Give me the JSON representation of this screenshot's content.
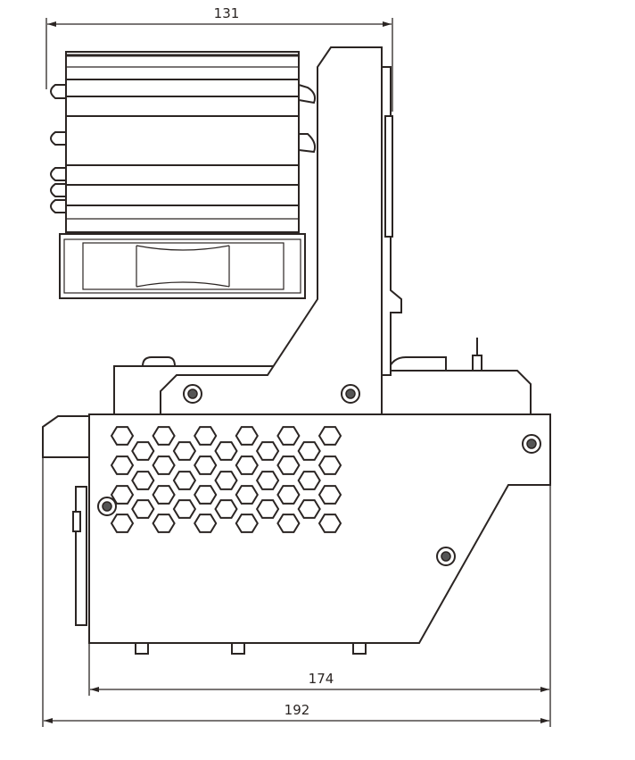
{
  "dimensions": {
    "top_width": "131",
    "body_width": "174",
    "overall_width": "192"
  }
}
